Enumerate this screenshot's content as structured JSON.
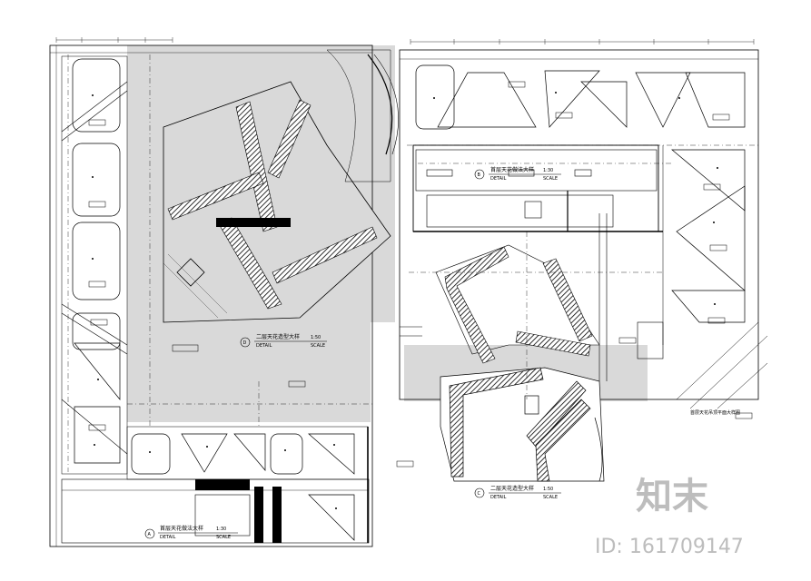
{
  "drawing": {
    "views": [
      {
        "marker": "A",
        "title": "首层天花做法大样",
        "sub": "DETAIL",
        "scale": "SCALE",
        "ratio": "1:30"
      },
      {
        "marker": "D",
        "title": "二层天花造型大样",
        "sub": "DETAIL",
        "scale": "SCALE",
        "ratio": "1:50"
      },
      {
        "marker": "B",
        "title": "首层天花做法大样",
        "sub": "DETAIL",
        "scale": "SCALE",
        "ratio": "1:30"
      },
      {
        "marker": "C",
        "title": "二层天花造型大样",
        "sub": "DETAIL",
        "scale": "SCALE",
        "ratio": "1:50"
      }
    ],
    "sheet_note": "首层天花吊顶平面大样图",
    "colors": {
      "line": "#000000",
      "shade": "#d9d9d9",
      "background": "#ffffff"
    }
  },
  "watermark": {
    "logo": "知末",
    "id": "ID: 161709147"
  }
}
